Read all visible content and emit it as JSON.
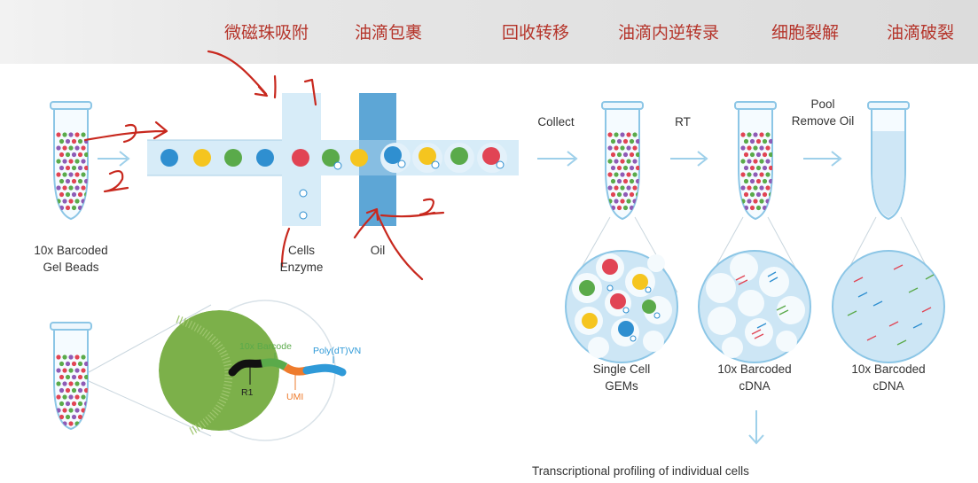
{
  "steps": [
    "微磁珠吸附",
    "油滴包裹",
    "回收转移",
    "油滴内逆转录",
    "细胞裂解",
    "油滴破裂"
  ],
  "labels": {
    "gel_beads": [
      "10x Barcoded",
      "Gel Beads"
    ],
    "cells": [
      "Cells",
      "Enzyme"
    ],
    "oil": "Oil",
    "collect": "Collect",
    "rt": "RT",
    "pool": [
      "Pool",
      "Remove Oil"
    ],
    "gems": [
      "Single Cell",
      "GEMs"
    ],
    "cdna_1": [
      "10x Barcoded",
      "cDNA"
    ],
    "cdna_2": [
      "10x Barcoded",
      "cDNA"
    ],
    "barcode": "10x Barcode",
    "polydt": "Poly(dT)VN",
    "r1": "R1",
    "umi": "UMI",
    "profiling": "Transcriptional profiling of individual cells"
  },
  "annotations": [
    "1",
    "2",
    "2"
  ],
  "colors": {
    "accent_red": "#b5342a",
    "channel": "#d7ecf8",
    "oil_channel": "#5da6d6",
    "bead_blue": "#2f8fd0",
    "bead_yellow": "#f5c51f",
    "bead_green": "#5aaa4a",
    "bead_red": "#e14454",
    "gel_bead_green": "#7cb04a"
  }
}
